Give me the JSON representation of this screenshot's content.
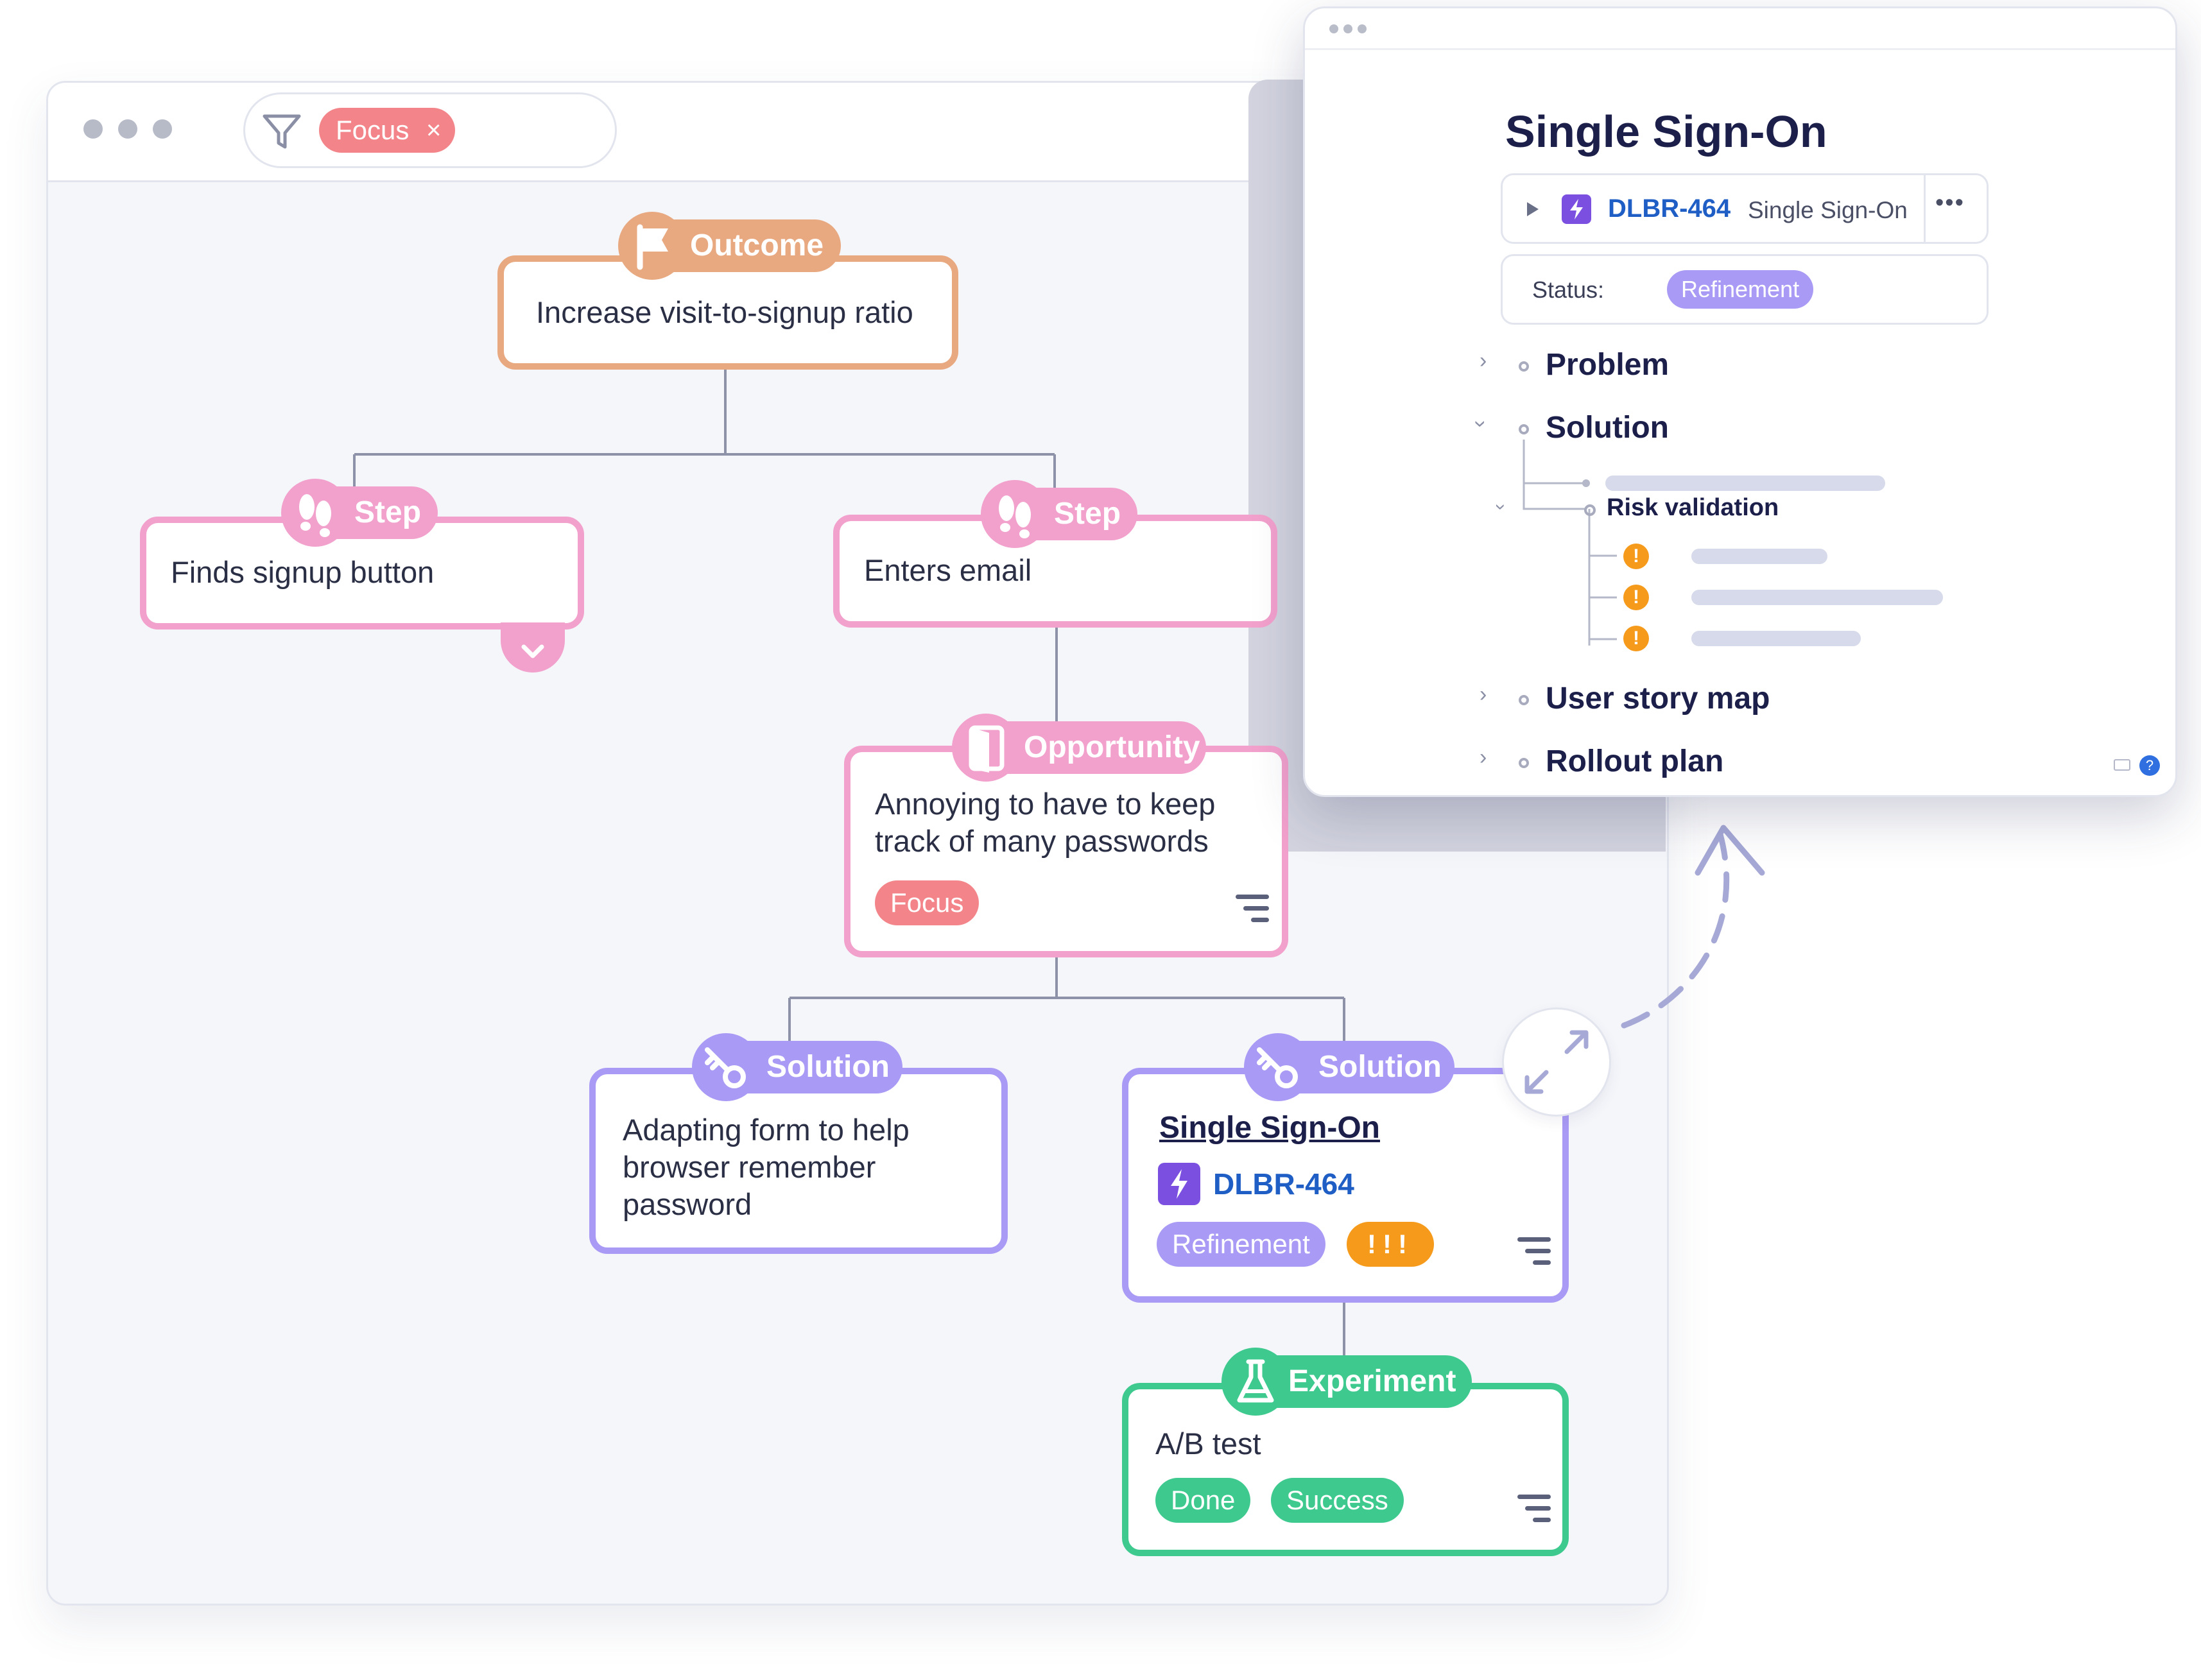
{
  "filter": {
    "chip_label": "Focus",
    "chip_close": "×"
  },
  "nodes": {
    "outcome": {
      "tag": "Outcome",
      "text": "Increase visit-to-signup ratio"
    },
    "step1": {
      "tag": "Step",
      "text": "Finds signup button"
    },
    "step2": {
      "tag": "Step",
      "text": "Enters email"
    },
    "opportunity": {
      "tag": "Opportunity",
      "text_line1": "Annoying to have to keep",
      "text_line2": "track of many passwords",
      "chip": "Focus"
    },
    "solution1": {
      "tag": "Solution",
      "text_line1": "Adapting form to help",
      "text_line2": "browser remember",
      "text_line3": "password"
    },
    "solution2": {
      "tag": "Solution",
      "title": "Single Sign-On",
      "issue_key": "DLBR-464",
      "chip": "Refinement",
      "risk_marks": "!!!"
    },
    "experiment": {
      "tag": "Experiment",
      "text": "A/B test",
      "chip_done": "Done",
      "chip_success": "Success"
    }
  },
  "popup": {
    "title": "Single Sign-On",
    "issue_key": "DLBR-464",
    "issue_name": "Single Sign-On",
    "more": "•••",
    "status_label": "Status:",
    "status_value": "Refinement",
    "sections": {
      "problem": "Problem",
      "solution": "Solution",
      "risk_validation": "Risk validation",
      "user_story_map": "User story map",
      "rollout_plan": "Rollout plan"
    },
    "warn_mark": "!",
    "help": "?"
  },
  "colors": {
    "outcome": "#e8a880",
    "step": "#f2a0cc",
    "opportunity": "#f2a0cc",
    "solution": "#a99af5",
    "experiment": "#3ec98f",
    "focus_chip": "#f3858a",
    "jira_purple": "#7b4fe0",
    "jira_link": "#1f5ec5",
    "warning": "#f59a1b"
  },
  "icons": {
    "outcome": "flag-icon",
    "step": "footprints-icon",
    "opportunity": "door-icon",
    "solution": "key-icon",
    "experiment": "flask-icon",
    "filter": "filter-icon",
    "expand": "expand-icon",
    "jira": "lightning-icon"
  }
}
